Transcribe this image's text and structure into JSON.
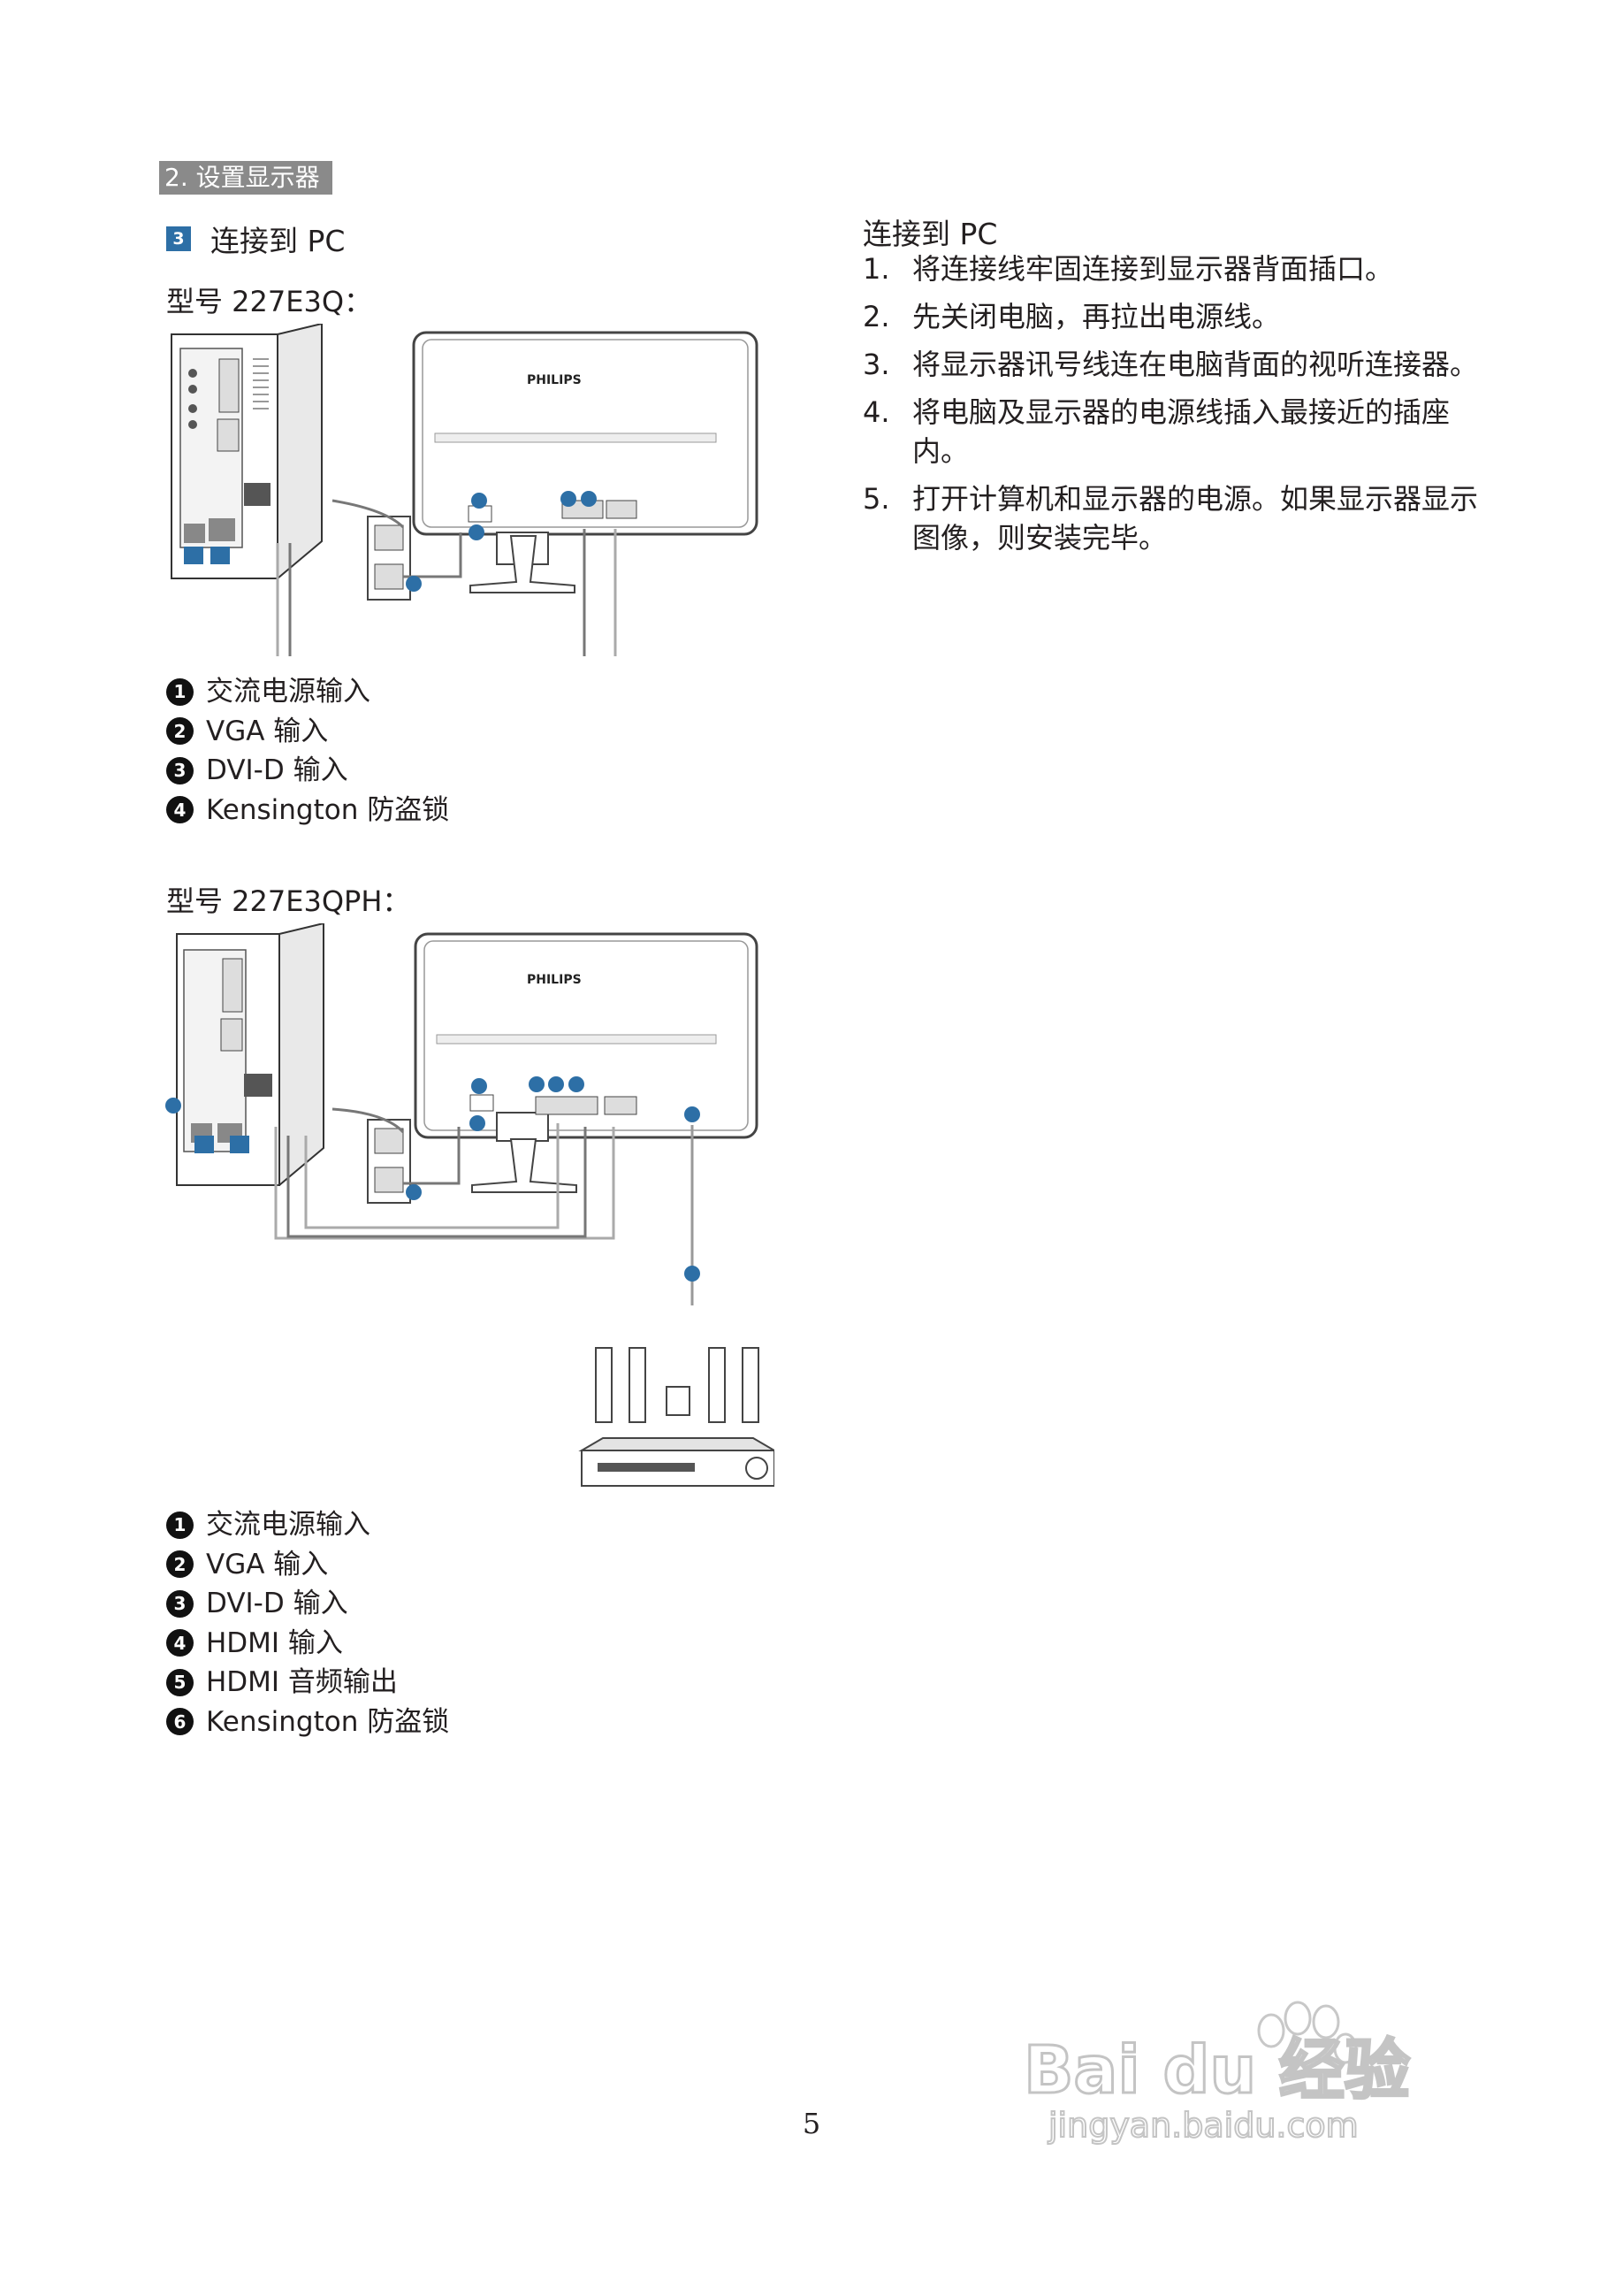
{
  "header": {
    "section_tab": "2. 设置显示器"
  },
  "section": {
    "badge": "3",
    "title": "连接到 PC"
  },
  "model_a": {
    "label": "型号 227E3Q：",
    "brand": "PHILIPS",
    "legend": [
      {
        "num": "1",
        "text": "交流电源输入"
      },
      {
        "num": "2",
        "text": "VGA 输入"
      },
      {
        "num": "3",
        "text": "DVI-D 输入"
      },
      {
        "num": "4",
        "text": "Kensington 防盗锁"
      }
    ]
  },
  "model_b": {
    "label": "型号 227E3QPH：",
    "brand": "PHILIPS",
    "legend": [
      {
        "num": "1",
        "text": "交流电源输入"
      },
      {
        "num": "2",
        "text": "VGA 输入"
      },
      {
        "num": "3",
        "text": "DVI-D 输入"
      },
      {
        "num": "4",
        "text": "HDMI 输入"
      },
      {
        "num": "5",
        "text": "HDMI 音频输出"
      },
      {
        "num": "6",
        "text": "Kensington 防盗锁"
      }
    ]
  },
  "connect": {
    "title": "连接到 PC",
    "steps": [
      {
        "no": "1.",
        "text": "将连接线牢固连接到显示器背面插口。"
      },
      {
        "no": "2.",
        "text": "先关闭电脑，再拉出电源线。"
      },
      {
        "no": "3.",
        "text": "将显示器讯号线连在电脑背面的视听连接器。"
      },
      {
        "no": "4.",
        "text": "将电脑及显示器的电源线插入最接近的插座内。"
      },
      {
        "no": "5.",
        "text": "打开计算机和显示器的电源。如果显示器显示图像，则安装完毕。"
      }
    ]
  },
  "footer": {
    "page_number": "5"
  },
  "watermark": {
    "brand": "Bai du 经验",
    "url": "jingyan.baidu.com"
  },
  "colors": {
    "badge_blue": "#2d6fa6",
    "header_gray": "#8a8a8a"
  },
  "icons": [
    "number-badge",
    "pc-tower",
    "monitor-back",
    "wall-outlet",
    "speakers",
    "av-receiver",
    "baidu-paw-icon"
  ]
}
